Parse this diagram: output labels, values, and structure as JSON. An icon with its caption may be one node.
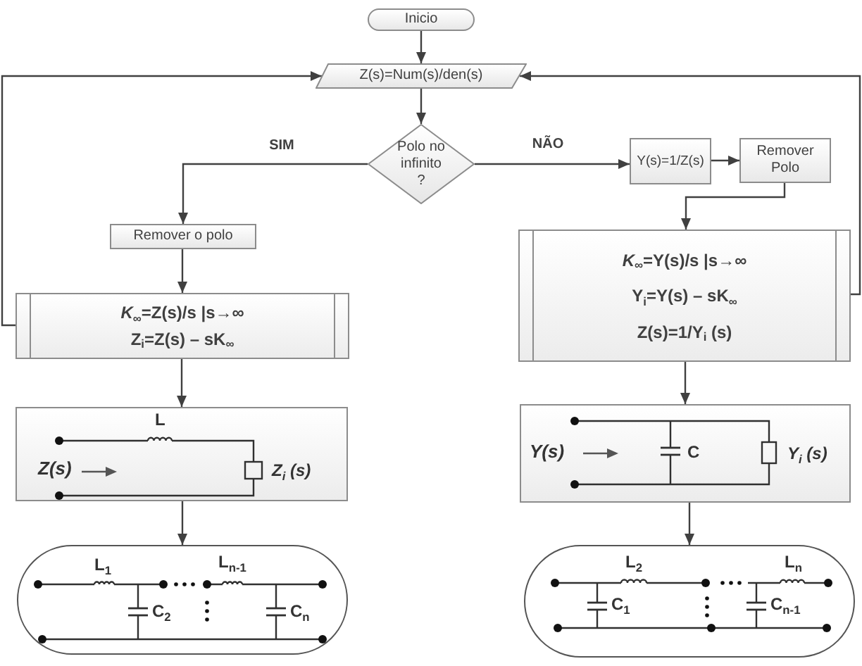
{
  "diagram": {
    "nodes": [
      {
        "text": [
          "Inicio"
        ]
      },
      {
        "text": [
          "Z(s)=Num(s)/den(s)"
        ]
      },
      {
        "text": [
          "Polo no infinito ?"
        ]
      },
      {
        "text": [
          "Y(s)=1/Z(s)"
        ]
      },
      {
        "text": [
          "Remover Polo"
        ]
      },
      {
        "text": [
          "Remover o polo"
        ]
      },
      {
        "text": [
          "*K*$_{∞}$=Z(s)/s |s→∞",
          "Z$_{i}$=Z(s) – sK$_{∞}$"
        ]
      },
      {
        "text": [
          "*K*$_{∞}$=Y(s)/s |s→∞",
          "Y$_{i}$=Y(s) – sK$_{∞}$",
          "Z(s)=1/Y$_{i}$ (s)"
        ]
      },
      {
        "text": [
          "L",
          "Z(s)",
          "Z$_{i}$ (s)"
        ]
      },
      {
        "text": [
          "Y(s)",
          "C",
          "Y$_{i}$ (s)"
        ]
      },
      {
        "text": [
          "L$_{1}$",
          "L$_{n-1}$",
          "C$_{2}$",
          "C$_{n}$"
        ]
      },
      {
        "text": [
          "L$_{2}$",
          "L$_{n}$",
          "C$_{1}$",
          "C$_{n-1}$"
        ]
      }
    ],
    "edges": [
      {
        "from": 0,
        "to": 1,
        "arrow": "to"
      },
      {
        "from": 1,
        "to": 2,
        "arrow": "to"
      },
      {
        "from": 2,
        "to": 5,
        "arrow": "to",
        "label": "SIM"
      },
      {
        "from": 2,
        "to": 3,
        "arrow": "to",
        "label": "NÃO"
      },
      {
        "from": 3,
        "to": 4,
        "arrow": "to"
      },
      {
        "from": 4,
        "to": 7,
        "arrow": "to"
      },
      {
        "from": 5,
        "to": 6,
        "arrow": "to"
      },
      {
        "from": 6,
        "to": 1,
        "arrow": "to"
      },
      {
        "from": 7,
        "to": 1,
        "arrow": "to"
      },
      {
        "from": 6,
        "to": 8,
        "arrow": "to"
      },
      {
        "from": 7,
        "to": 9,
        "arrow": "to"
      },
      {
        "from": 8,
        "to": 10,
        "arrow": "to"
      },
      {
        "from": 9,
        "to": 11,
        "arrow": "to"
      }
    ]
  }
}
